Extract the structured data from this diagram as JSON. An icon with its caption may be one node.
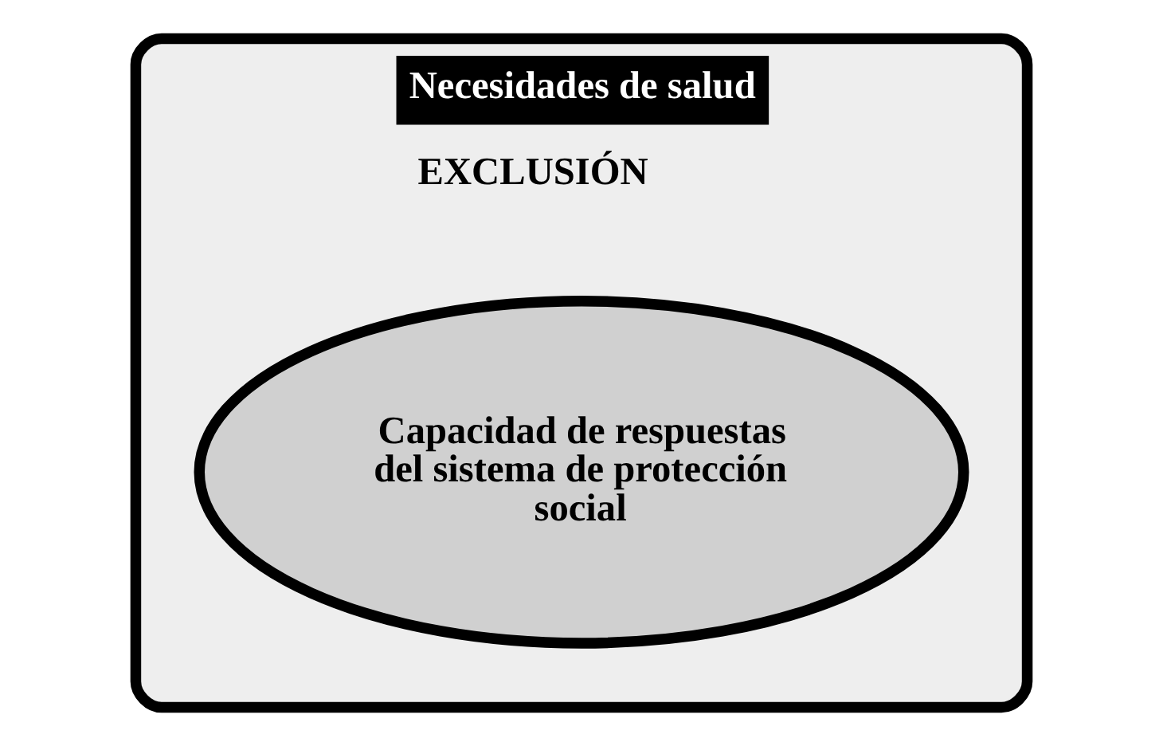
{
  "diagram": {
    "nodes": [
      {
        "text": [
          "Necesidades de salud",
          "EXCLUSIÓN"
        ]
      },
      {
        "text": [
          "Capacidad de respuestas del sistema de protección social"
        ],
        "in": 0
      }
    ],
    "edges": []
  }
}
